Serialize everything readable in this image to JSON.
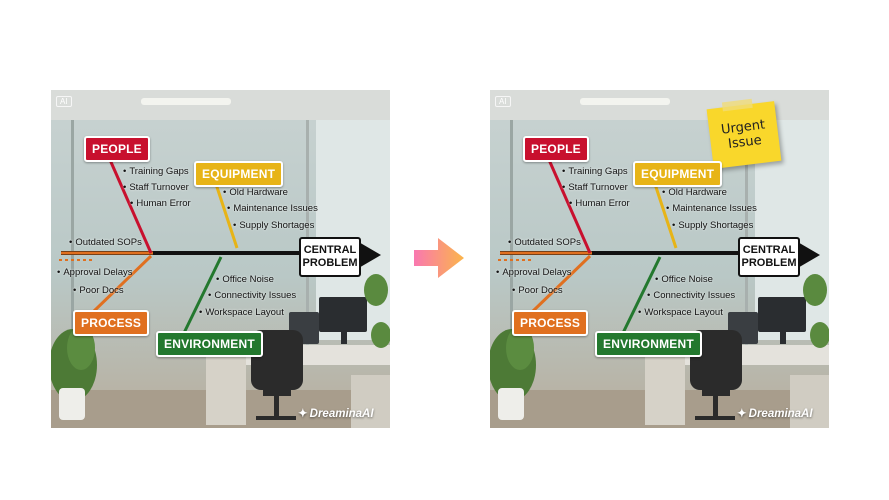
{
  "panels": {
    "before": {
      "ai_badge": "AI",
      "categories": {
        "people": "PEOPLE",
        "equipment": "EQUIPMENT",
        "process": "PROCESS",
        "environment": "ENVIRONMENT"
      },
      "people_items": [
        "Training Gaps",
        "Staff Turnover",
        "Human Error"
      ],
      "equipment_items": [
        "Old Hardware",
        "Maintenance Issues",
        "Supply Shortages"
      ],
      "process_items": [
        "Outdated SOPs",
        "Approval Delays",
        "Poor Docs"
      ],
      "environment_items": [
        "Office Noise",
        "Connectivity Issues",
        "Workspace Layout"
      ],
      "central": [
        "CENTRAL",
        "PROBLEM"
      ],
      "watermark": "DreaminaAI"
    },
    "after": {
      "ai_badge": "AI",
      "categories": {
        "people": "PEOPLE",
        "equipment": "EQUIPMENT",
        "process": "PROCESS",
        "environment": "ENVIRONMENT"
      },
      "people_items": [
        "Training Gaps",
        "Staff Turnover",
        "Human Error"
      ],
      "equipment_items": [
        "Old Hardware",
        "Maintenance Issues",
        "Supply Shortages"
      ],
      "process_items": [
        "Outdated SOPs",
        "Approval Delays",
        "Poor Docs"
      ],
      "environment_items": [
        "Office Noise",
        "Connectivity Issues",
        "Workspace Layout"
      ],
      "central": [
        "CENTRAL",
        "PROBLEM"
      ],
      "watermark": "DreaminaAI",
      "sticky_note": [
        "Urgent",
        "Issue"
      ]
    }
  },
  "colors": {
    "people": "#c8102e",
    "equipment": "#e7b417",
    "process": "#e07020",
    "environment": "#23782e",
    "spine": "#111111",
    "arrow_start": "#f978b0",
    "arrow_end": "#fbb54a",
    "sticky": "#f9d72b"
  },
  "icons": {
    "transition_arrow": "right-arrow-icon",
    "watermark_logo": "dreamina-logo-icon"
  }
}
